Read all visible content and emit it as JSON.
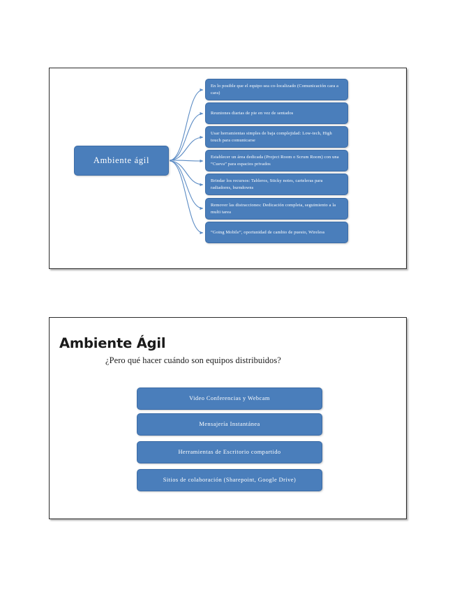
{
  "document": {
    "page_background": "#ffffff",
    "accent_color": "#4a7ebb",
    "slide_border_color": "#2b2b2b"
  },
  "slide1": {
    "central_node": {
      "label": "Ambiente ágil"
    },
    "branches": [
      {
        "label": "En lo posible que el equipo sea co-localizado (Comunicación cara a cara)"
      },
      {
        "label": "Reuniones diarias de pie en vez de sentados"
      },
      {
        "label": "Usar herramientas simples de baja complejidad: Low-tech, High touch para comunicarse"
      },
      {
        "label": "Establecer un área dedicada (Project Room o Scrum Room) con una “Cueva” para espacios privados"
      },
      {
        "label": "Brindar los recursos: Tableros, Sticky notes, carteleras para radiadores, burndowns"
      },
      {
        "label": "Remover las distracciones: Dedicación completa, seguimiento a la multi tarea"
      },
      {
        "label": "“Going Mobile”, oportunidad de cambio de puesto, Wireless"
      }
    ]
  },
  "slide2": {
    "title": "Ambiente Ágil",
    "subtitle": "¿Pero qué hacer cuándo son equipos distribuidos?",
    "items": [
      {
        "label": "Video Conferencias y Webcam"
      },
      {
        "label": "Mensajería Instantánea"
      },
      {
        "label": "Herramientas de Escritorio compartido"
      },
      {
        "label": "Sitios de colaboración (Sharepoint, Google Drive)"
      }
    ]
  }
}
